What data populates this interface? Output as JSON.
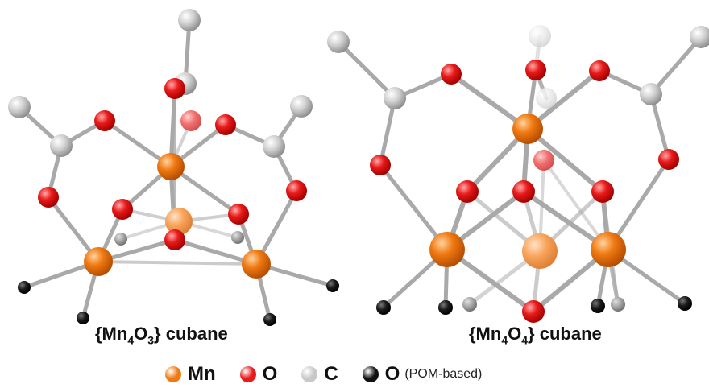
{
  "captions": {
    "left": {
      "prefix": "{Mn",
      "sub1": "4",
      "mid": "O",
      "sub2": "3",
      "suffix": "} cubane"
    },
    "right": {
      "prefix": "{Mn",
      "sub1": "4",
      "mid": "O",
      "sub2": "4",
      "suffix": "} cubane"
    }
  },
  "legend": [
    {
      "label": "Mn",
      "note": "",
      "color": "#f07a12"
    },
    {
      "label": "O",
      "note": "",
      "color": "#e81a1a"
    },
    {
      "label": "C",
      "note": "",
      "color": "#c8c8c8"
    },
    {
      "label": "O",
      "note": "(POM-based)",
      "color": "#111111"
    }
  ],
  "colors": {
    "mn": "#f07a12",
    "o": "#e81a1a",
    "c": "#c8c8c8",
    "pom": "#111111",
    "bond": "#a9a9a9"
  }
}
